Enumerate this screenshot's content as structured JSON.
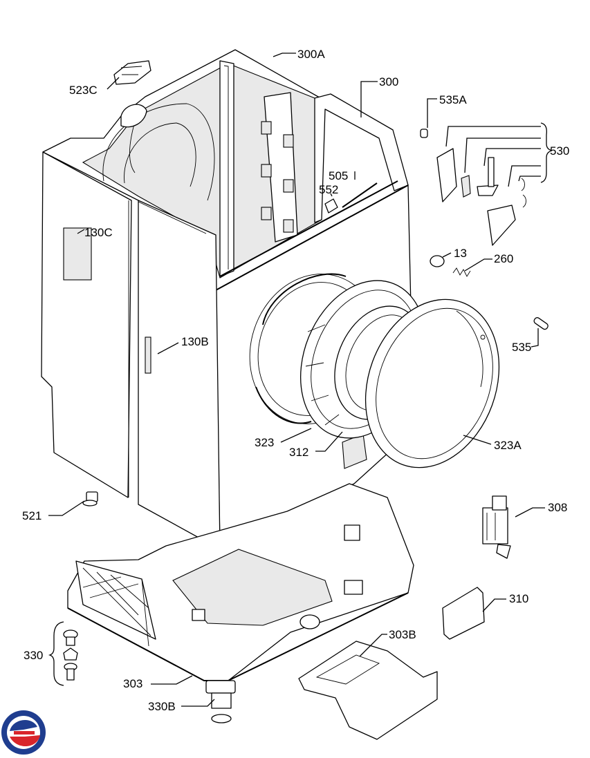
{
  "labels": {
    "l300A": "300A",
    "l300": "300",
    "l523C": "523C",
    "l535A": "535A",
    "l530": "530",
    "l505": "505",
    "l552": "552",
    "l130C": "130C",
    "l13": "13",
    "l260": "260",
    "l130B": "130B",
    "l535": "535",
    "l323": "323",
    "l312": "312",
    "l323A": "323A",
    "l521": "521",
    "l308": "308",
    "l310": "310",
    "l303B": "303B",
    "l330": "330",
    "l303": "303",
    "l330B": "330B"
  },
  "colors": {
    "line": "#000000",
    "background": "#ffffff",
    "logo_blue": "#1f3d8f",
    "logo_red": "#d8252b"
  }
}
